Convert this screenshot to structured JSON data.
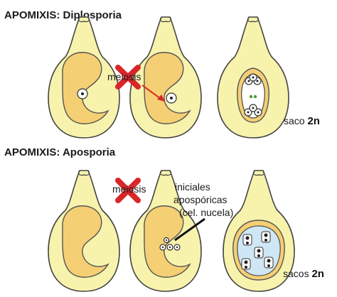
{
  "sections": [
    {
      "title": "APOMIXIS: Diplosporia",
      "cross_label": "meiosis",
      "result_prefix": "saco",
      "result_ploidy": "2n"
    },
    {
      "title": "APOMIXIS: Aposporia",
      "cross_label": "meiosis",
      "annotation_lines": [
        "iniciales",
        "apospóricas",
        "(cel. nucela)"
      ],
      "result_prefix": "sacos",
      "result_ploidy": "2n"
    }
  ],
  "colors": {
    "ovule_fill": "#f7f3ad",
    "nucellus_fill": "#f4cf73",
    "cross": "#d9262a",
    "arrow": "#d9262a",
    "sac_blue": "#cfe7f5"
  },
  "icons": [
    "cross-x-icon",
    "red-arrow-icon",
    "pointer-line-icon"
  ]
}
